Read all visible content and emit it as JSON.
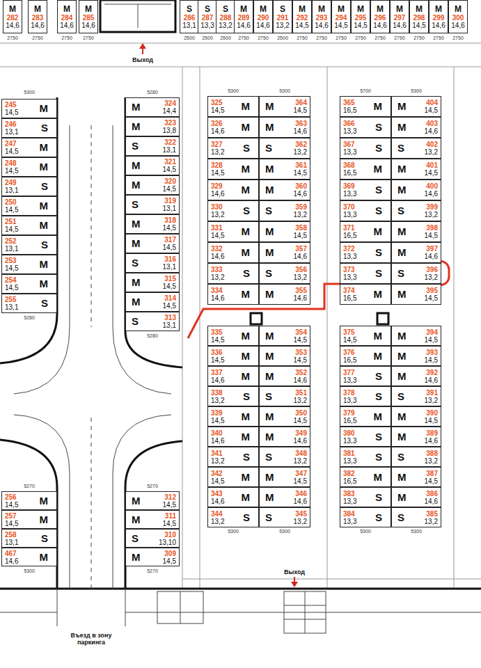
{
  "diagram": {
    "nodes": [
      {
        "text": [
          "M",
          "282",
          "14,6"
        ]
      },
      {
        "text": [
          "M",
          "283",
          "14,6"
        ]
      },
      {
        "text": [
          "M",
          "284",
          "14,6"
        ]
      },
      {
        "text": [
          "M",
          "285",
          "14,6"
        ]
      },
      {
        "text": [
          "S",
          "286",
          "13,1"
        ]
      },
      {
        "text": [
          "S",
          "287",
          "13,3"
        ]
      },
      {
        "text": [
          "S",
          "288",
          "13,2"
        ]
      },
      {
        "text": [
          "M",
          "289",
          "14,6"
        ]
      },
      {
        "text": [
          "M",
          "290",
          "14,6"
        ]
      },
      {
        "text": [
          "S",
          "291",
          "13,2"
        ]
      },
      {
        "text": [
          "M",
          "292",
          "14,5"
        ]
      },
      {
        "text": [
          "M",
          "293",
          "14,6"
        ]
      },
      {
        "text": [
          "M",
          "294",
          "14,5"
        ]
      },
      {
        "text": [
          "M",
          "295",
          "14,5"
        ]
      },
      {
        "text": [
          "M",
          "296",
          "14,6"
        ]
      },
      {
        "text": [
          "M",
          "297",
          "14,6"
        ]
      },
      {
        "text": [
          "M",
          "298",
          "14,5"
        ]
      },
      {
        "text": [
          "M",
          "299",
          "14,6"
        ]
      },
      {
        "text": [
          "M",
          "300",
          "14,6"
        ]
      },
      {
        "text": [
          "M",
          "245",
          "14,5"
        ]
      },
      {
        "text": [
          "S",
          "246",
          "13,1"
        ]
      },
      {
        "text": [
          "M",
          "247",
          "14,5"
        ]
      },
      {
        "text": [
          "M",
          "248",
          "14,5"
        ]
      },
      {
        "text": [
          "S",
          "249",
          "13,1"
        ]
      },
      {
        "text": [
          "M",
          "250",
          "14,5"
        ]
      },
      {
        "text": [
          "M",
          "251",
          "14,5"
        ]
      },
      {
        "text": [
          "S",
          "252",
          "13,1"
        ]
      },
      {
        "text": [
          "M",
          "253",
          "14,5"
        ]
      },
      {
        "text": [
          "M",
          "254",
          "14,5"
        ]
      },
      {
        "text": [
          "S",
          "255",
          "13,1"
        ]
      },
      {
        "text": [
          "M",
          "324",
          "14,4"
        ]
      },
      {
        "text": [
          "M",
          "323",
          "13,8"
        ]
      },
      {
        "text": [
          "S",
          "322",
          "13,1"
        ]
      },
      {
        "text": [
          "M",
          "321",
          "14,5"
        ]
      },
      {
        "text": [
          "M",
          "320",
          "14,5"
        ]
      },
      {
        "text": [
          "S",
          "319",
          "13,1"
        ]
      },
      {
        "text": [
          "M",
          "318",
          "14,5"
        ]
      },
      {
        "text": [
          "M",
          "317",
          "14,5"
        ]
      },
      {
        "text": [
          "S",
          "316",
          "13,1"
        ]
      },
      {
        "text": [
          "M",
          "315",
          "14,5"
        ]
      },
      {
        "text": [
          "M",
          "314",
          "14,5"
        ]
      },
      {
        "text": [
          "S",
          "313",
          "13,1"
        ]
      },
      {
        "text": [
          "M",
          "325",
          "14,5"
        ]
      },
      {
        "text": [
          "M",
          "326",
          "14,6"
        ]
      },
      {
        "text": [
          "S",
          "327",
          "13,2"
        ]
      },
      {
        "text": [
          "M",
          "328",
          "14,5"
        ]
      },
      {
        "text": [
          "M",
          "329",
          "14,6"
        ]
      },
      {
        "text": [
          "S",
          "330",
          "13,2"
        ]
      },
      {
        "text": [
          "M",
          "331",
          "14,5"
        ]
      },
      {
        "text": [
          "M",
          "332",
          "14,6"
        ]
      },
      {
        "text": [
          "S",
          "333",
          "13,2"
        ]
      },
      {
        "text": [
          "M",
          "334",
          "14,6"
        ]
      },
      {
        "text": [
          "M",
          "364",
          "14,5"
        ]
      },
      {
        "text": [
          "M",
          "363",
          "14,6"
        ]
      },
      {
        "text": [
          "S",
          "362",
          "13,2"
        ]
      },
      {
        "text": [
          "M",
          "361",
          "14,5"
        ]
      },
      {
        "text": [
          "M",
          "360",
          "14,6"
        ]
      },
      {
        "text": [
          "S",
          "359",
          "13,2"
        ]
      },
      {
        "text": [
          "M",
          "358",
          "14,5"
        ]
      },
      {
        "text": [
          "M",
          "357",
          "14,6"
        ]
      },
      {
        "text": [
          "S",
          "356",
          "13,2"
        ]
      },
      {
        "text": [
          "M",
          "355",
          "14,6"
        ]
      },
      {
        "text": [
          "M",
          "365",
          "16,5"
        ]
      },
      {
        "text": [
          "S",
          "366",
          "13,3"
        ]
      },
      {
        "text": [
          "S",
          "367",
          "13,3"
        ]
      },
      {
        "text": [
          "M",
          "368",
          "16,5"
        ]
      },
      {
        "text": [
          "S",
          "369",
          "13,3"
        ]
      },
      {
        "text": [
          "S",
          "370",
          "13,3"
        ]
      },
      {
        "text": [
          "M",
          "371",
          "16,5"
        ]
      },
      {
        "text": [
          "S",
          "372",
          "13,3"
        ]
      },
      {
        "text": [
          "S",
          "373",
          "13,3"
        ]
      },
      {
        "text": [
          "M",
          "374",
          "16,5"
        ]
      },
      {
        "text": [
          "M",
          "404",
          "14,5"
        ]
      },
      {
        "text": [
          "M",
          "403",
          "14,6"
        ]
      },
      {
        "text": [
          "S",
          "402",
          "13,2"
        ]
      },
      {
        "text": [
          "M",
          "401",
          "14,5"
        ]
      },
      {
        "text": [
          "M",
          "400",
          "14,6"
        ]
      },
      {
        "text": [
          "S",
          "399",
          "13,2"
        ]
      },
      {
        "text": [
          "M",
          "398",
          "14,5"
        ]
      },
      {
        "text": [
          "M",
          "397",
          "14,6"
        ]
      },
      {
        "text": [
          "S",
          "396",
          "13,2"
        ]
      },
      {
        "text": [
          "M",
          "395",
          "14,5"
        ]
      },
      {
        "text": [
          "M",
          "335",
          "14,5"
        ]
      },
      {
        "text": [
          "M",
          "336",
          "14,5"
        ]
      },
      {
        "text": [
          "M",
          "337",
          "14,6"
        ]
      },
      {
        "text": [
          "S",
          "338",
          "13,2"
        ]
      },
      {
        "text": [
          "M",
          "339",
          "14,5"
        ]
      },
      {
        "text": [
          "M",
          "340",
          "14,6"
        ]
      },
      {
        "text": [
          "S",
          "341",
          "13,2"
        ]
      },
      {
        "text": [
          "M",
          "342",
          "14,5"
        ]
      },
      {
        "text": [
          "M",
          "343",
          "14,6"
        ]
      },
      {
        "text": [
          "S",
          "344",
          "13,2"
        ]
      },
      {
        "text": [
          "M",
          "354",
          "14,5"
        ]
      },
      {
        "text": [
          "M",
          "353",
          "14,5"
        ]
      },
      {
        "text": [
          "M",
          "352",
          "14,6"
        ]
      },
      {
        "text": [
          "S",
          "351",
          "13,2"
        ]
      },
      {
        "text": [
          "M",
          "350",
          "14,5"
        ]
      },
      {
        "text": [
          "M",
          "349",
          "14,6"
        ]
      },
      {
        "text": [
          "S",
          "348",
          "13,2"
        ]
      },
      {
        "text": [
          "M",
          "347",
          "14,5"
        ]
      },
      {
        "text": [
          "M",
          "346",
          "14,6"
        ]
      },
      {
        "text": [
          "S",
          "345",
          "13,2"
        ]
      },
      {
        "text": [
          "M",
          "375",
          "14,5"
        ]
      },
      {
        "text": [
          "M",
          "376",
          "16,5"
        ]
      },
      {
        "text": [
          "S",
          "377",
          "13,3"
        ]
      },
      {
        "text": [
          "S",
          "378",
          "13,3"
        ]
      },
      {
        "text": [
          "M",
          "379",
          "16,5"
        ]
      },
      {
        "text": [
          "S",
          "380",
          "13,3"
        ]
      },
      {
        "text": [
          "S",
          "381",
          "13,3"
        ]
      },
      {
        "text": [
          "M",
          "382",
          "16,5"
        ]
      },
      {
        "text": [
          "S",
          "383",
          "13,3"
        ]
      },
      {
        "text": [
          "S",
          "384",
          "13,3"
        ]
      },
      {
        "text": [
          "M",
          "394",
          "14,5"
        ]
      },
      {
        "text": [
          "M",
          "393",
          "14,5"
        ]
      },
      {
        "text": [
          "M",
          "392",
          "14,6"
        ]
      },
      {
        "text": [
          "S",
          "391",
          "13,2"
        ]
      },
      {
        "text": [
          "M",
          "390",
          "14,5"
        ]
      },
      {
        "text": [
          "M",
          "389",
          "14,6"
        ]
      },
      {
        "text": [
          "S",
          "388",
          "13,2"
        ]
      },
      {
        "text": [
          "M",
          "387",
          "14,5"
        ]
      },
      {
        "text": [
          "M",
          "386",
          "14,6"
        ]
      },
      {
        "text": [
          "S",
          "385",
          "13,2"
        ]
      },
      {
        "text": [
          "M",
          "256",
          "14,5"
        ]
      },
      {
        "text": [
          "M",
          "257",
          "14,5"
        ]
      },
      {
        "text": [
          "S",
          "258",
          "13,1"
        ]
      },
      {
        "text": [
          "M",
          "467",
          "14,6"
        ]
      },
      {
        "text": [
          "M",
          "312",
          "14,5"
        ]
      },
      {
        "text": [
          "M",
          "311",
          "14,5"
        ]
      },
      {
        "text": [
          "S",
          "310",
          "13,10"
        ]
      },
      {
        "text": [
          "M",
          "309",
          "14,5"
        ]
      }
    ],
    "labels": [
      "Выход",
      "Выход",
      "Въезд в зону паркинга",
      "2750",
      "2750",
      "2750",
      "2750",
      "2500",
      "2500",
      "2500",
      "2750",
      "2750",
      "2500",
      "2750",
      "2750",
      "2750",
      "2750",
      "2750",
      "2750",
      "2750",
      "2750",
      "2750",
      "5300",
      "5280",
      "5300",
      "5300",
      "5700",
      "5300",
      "5280",
      "5280",
      "5300",
      "5300",
      "5300",
      "5300",
      "5270",
      "5270",
      "5300",
      "5270"
    ]
  }
}
